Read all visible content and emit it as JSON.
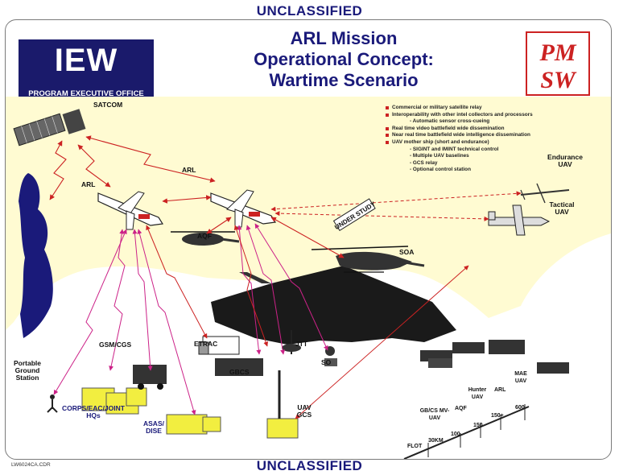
{
  "banner_top": "UNCLASSIFIED",
  "banner_bottom": "UNCLASSIFIED",
  "footer_code": "LW6024CA.CDR",
  "logo": {
    "title": "IEW",
    "subtitle": "PROGRAM EXECUTIVE OFFICE",
    "colors": {
      "box": "#1a1a6b",
      "text": "#ffffff"
    }
  },
  "header": {
    "line1": "ARL Mission",
    "line2": "Operational Concept:",
    "line3": "Wartime Scenario"
  },
  "pmsw_logo": {
    "top": "PM",
    "bottom": "SW",
    "color": "#cc2222"
  },
  "colors": {
    "sky": "#fffbd2",
    "ground": "#ffffff",
    "link_red": "#cc2222",
    "link_magenta": "#cc2288",
    "coast": "#1a1a7a",
    "terrain": "#1a1a1a",
    "equipment": "#f2ee40"
  },
  "bullets": [
    {
      "text": "Commercial or military satellite relay",
      "level": 0
    },
    {
      "text": "Interoperability with other intel collectors and processors",
      "level": 0
    },
    {
      "text": "- Automatic sensor cross-cueing",
      "level": 1
    },
    {
      "text": "Real time video battlefield wide dissemination",
      "level": 0
    },
    {
      "text": "Near real time battlefield wide intelligence dissemination",
      "level": 0
    },
    {
      "text": "UAV mother ship (short and endurance)",
      "level": 0
    },
    {
      "text": "- SIGINT and IMINT technical control",
      "level": 1
    },
    {
      "text": "- Multiple UAV baselines",
      "level": 1
    },
    {
      "text": "- GCS relay",
      "level": 1
    },
    {
      "text": "- Optional control station",
      "level": 1
    }
  ],
  "labels": {
    "satcom": "SATCOM",
    "arl_left": "ARL",
    "arl_mid": "ARL",
    "aqf": "AQF",
    "soa": "SOA",
    "under_study": "UNDER STUDY",
    "endurance_uav": [
      "Endurance",
      "UAV"
    ],
    "tactical_uav": [
      "Tactical",
      "UAV"
    ],
    "gsm_cgs": "GSM/CGS",
    "etrac": "ETRAC",
    "gbcs": "GBCS",
    "jtt": "JTT",
    "so": "SO",
    "portable": [
      "Portable",
      "Ground",
      "Station"
    ],
    "corps": [
      "CORPS/EAC/JOINT",
      "HQs"
    ],
    "asas": [
      "ASAS/",
      "DISE"
    ],
    "uav_gcs": [
      "UAV",
      "GCS"
    ]
  },
  "range_scale": {
    "top_labels": [
      "GB/CS MV-UAV",
      "AQF",
      "Hunter UAV",
      "ARL",
      "MAE UAV"
    ],
    "bottom_labels": [
      "FLOT",
      "30KM",
      "100",
      "150",
      "150+",
      "600"
    ]
  }
}
